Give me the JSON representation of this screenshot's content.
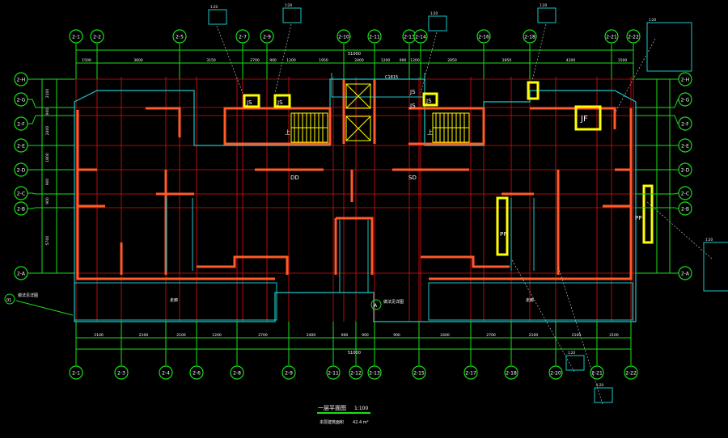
{
  "drawing": {
    "title": "一层平面图",
    "scale": "1:100",
    "area_note": "本层建筑面积",
    "area_value": "42.4 m²",
    "overall_dimension": "51000"
  },
  "axes": {
    "top": [
      "2-1",
      "2-2",
      "2-5",
      "2-7",
      "2-9",
      "2-10",
      "2-11",
      "2-13",
      "2-14",
      "2-16",
      "2-18",
      "2-21",
      "2-22"
    ],
    "bottom": [
      "2-1",
      "2-3",
      "2-4",
      "2-6",
      "2-8",
      "2-9",
      "2-11",
      "2-12",
      "2-13",
      "2-15",
      "2-17",
      "2-18",
      "2-20",
      "2-21",
      "2-22"
    ],
    "left": [
      "2-H",
      "2-G",
      "2-F",
      "2-E",
      "2-D",
      "2-C",
      "2-B",
      "2-A"
    ],
    "right": [
      "2-H",
      "2-G",
      "2-F",
      "2-E",
      "2-D",
      "2-C",
      "2-B",
      "2-A"
    ]
  },
  "dimensions": {
    "top": [
      "1500",
      "3600",
      "3150",
      "2700",
      "900",
      "1200",
      "1950",
      "2400",
      "1200",
      "900",
      "1200",
      "2850",
      "2850",
      "4200",
      "1500"
    ],
    "bottom": [
      "2100",
      "2100",
      "2100",
      "1200",
      "2700",
      "2400",
      "900",
      "900",
      "900",
      "2400",
      "2700",
      "2100",
      "2100",
      "2100"
    ],
    "left": [
      "2100",
      "900",
      "2400",
      "1800",
      "900",
      "900",
      "5700"
    ]
  },
  "rooms": {
    "shaft_labels": [
      "JS",
      "JS",
      "JS",
      "JS",
      "JS"
    ],
    "jf": "JF",
    "pp_left": "PP",
    "pp_right": "PP",
    "dd": "DD",
    "sd": "SD",
    "stair_left": "上",
    "stair_right": "上",
    "corridor_left": "走廊",
    "corridor_right": "走廊",
    "door_code": "C1815"
  },
  "callouts": {
    "left_note": "做法见详图",
    "left_ref": "01",
    "center_note": "做法见详图",
    "center_ref": "A",
    "detail_tags": [
      "1:20",
      "1:20",
      "1:20",
      "1:20",
      "1:20",
      "1:20",
      "1:20",
      "1:20"
    ]
  },
  "colors": {
    "axis": "#19e019",
    "wall": "#ff5a28",
    "red": "#e01010",
    "cyan": "#19c8c8",
    "yellow": "#ffff00",
    "white": "#ffffff"
  }
}
